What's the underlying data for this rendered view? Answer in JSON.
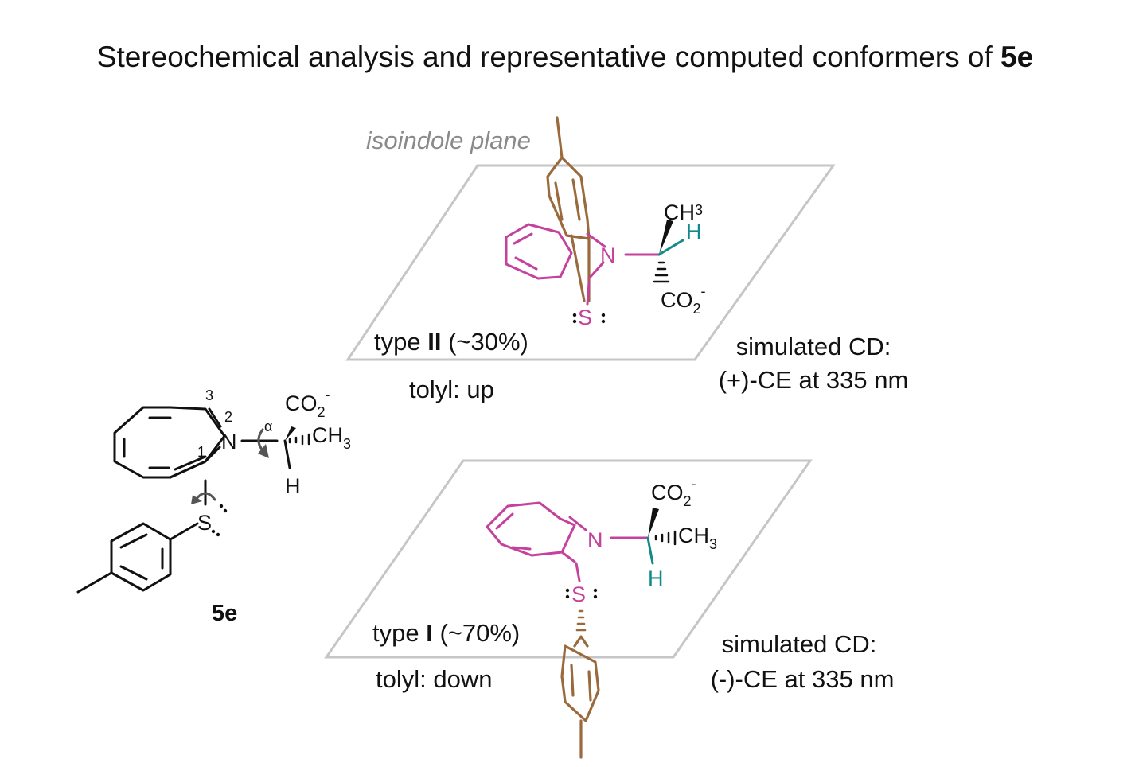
{
  "title": {
    "text": "Stereochemical analysis and representative computed conformers of ",
    "bold": "5e"
  },
  "plane_label": "isoindole plane",
  "molecule_5e": {
    "compound_label": "5e",
    "positions": [
      "1",
      "2",
      "3"
    ],
    "alpha": "α",
    "atoms": {
      "N": "N",
      "S": "S",
      "H": "H",
      "CO": "CO",
      "sub2": "2",
      "sup_minus": "-",
      "CH": "CH",
      "sub3": "3"
    }
  },
  "conformers": [
    {
      "type_prefix": "type ",
      "type_bold": "II",
      "type_suffix": " (~30%)",
      "tolyl": "tolyl: up",
      "cd_line1": "simulated CD:",
      "cd_line2": "(+)-CE at 335 nm"
    },
    {
      "type_prefix": "type ",
      "type_bold": "I",
      "type_suffix": " (~70%)",
      "tolyl": "tolyl: down",
      "cd_line1": "simulated CD:",
      "cd_line2": "(-)-CE at 335 nm"
    }
  ],
  "colors": {
    "isoindole": "#c4419e",
    "tolyl": "#9a6a3c",
    "alpha_H": "#138a8a",
    "plane": "#c6c6c6",
    "text": "#111111"
  }
}
